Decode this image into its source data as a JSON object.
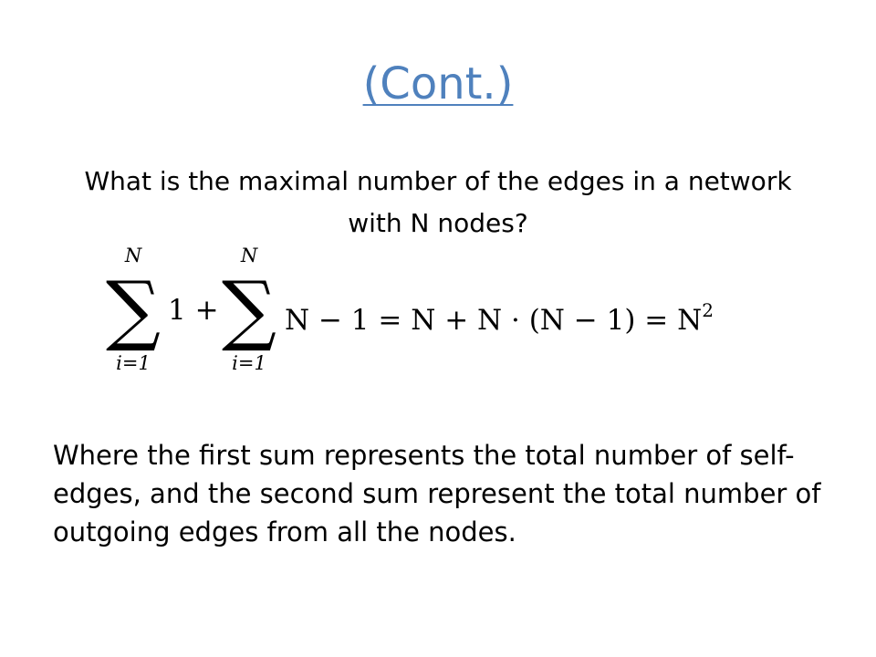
{
  "slide": {
    "title": "(Cont.)",
    "question": "What is the maximal number of the edges in a network with N nodes?",
    "formula": {
      "sum1": {
        "symbol": "∑",
        "upper": "N",
        "lower": "i=1",
        "body": "1 +"
      },
      "sum2": {
        "symbol": "∑",
        "upper": "N",
        "lower": "i=1",
        "body": "N − 1 = N + N · (N − 1) = N"
      },
      "exponent": "2"
    },
    "explanation": "Where the first sum represents the total number of self-edges, and the second sum represent the total number of outgoing edges from all the nodes."
  },
  "colors": {
    "title": "#4f81bd",
    "text": "#000000",
    "background": "#ffffff"
  }
}
